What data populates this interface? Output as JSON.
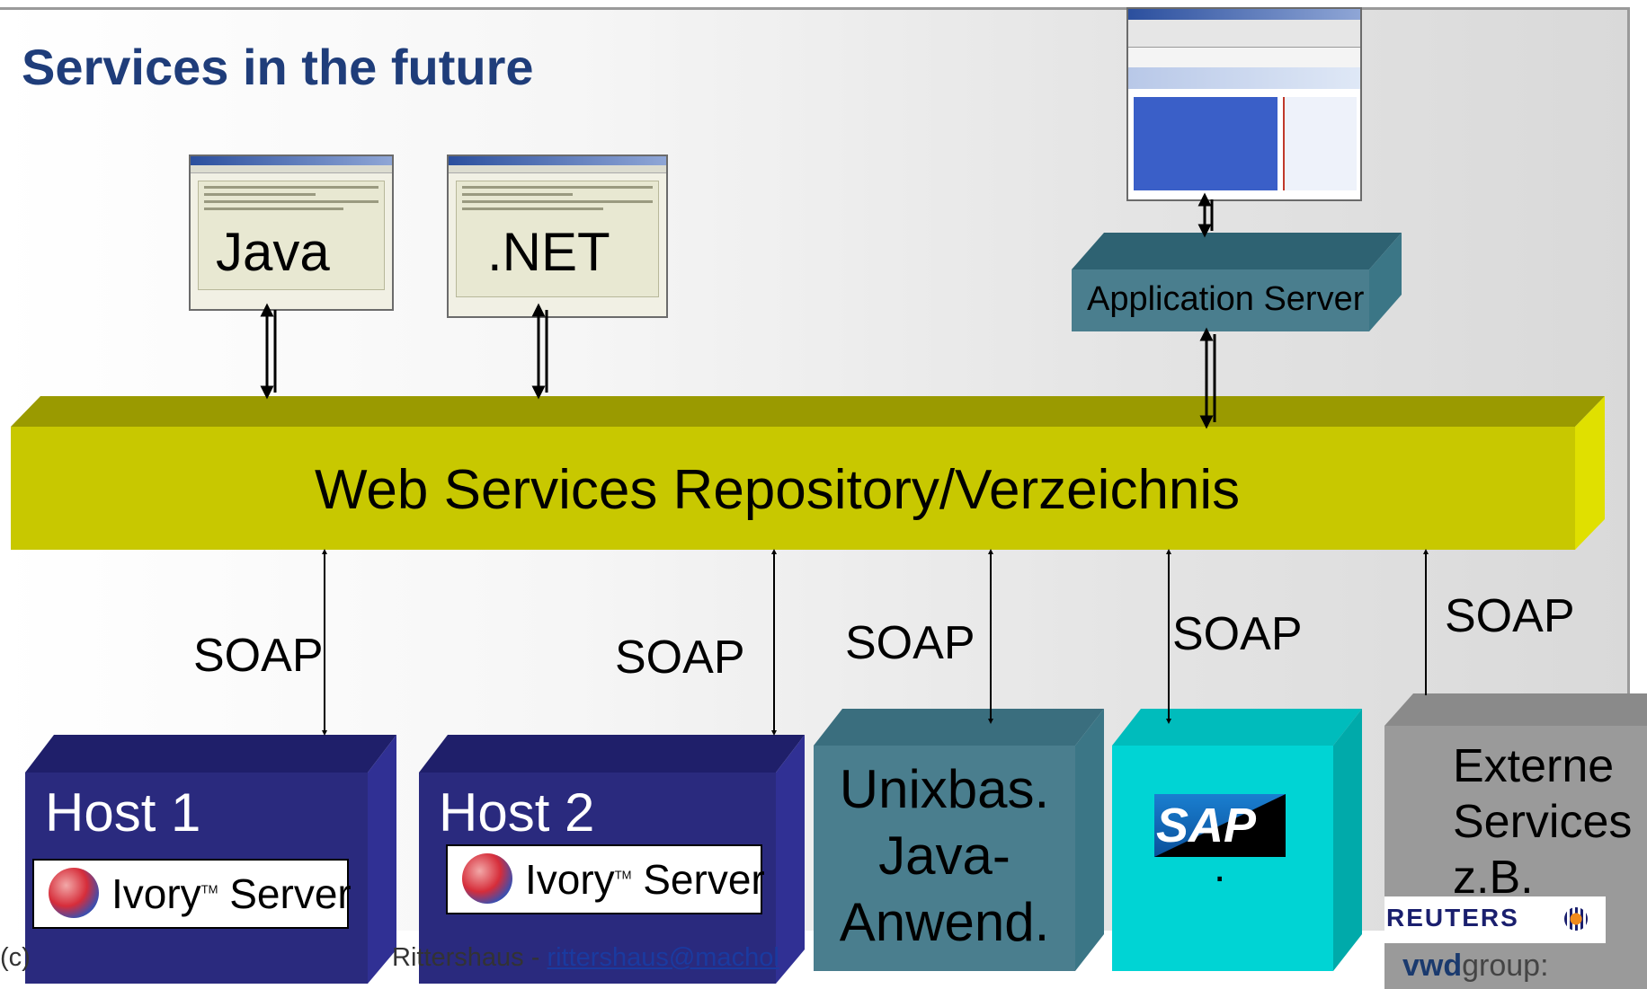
{
  "title": "Services in the future",
  "clients": {
    "java": "Java",
    "dotnet": ".NET"
  },
  "app_server": "Application Server",
  "repository": "Web Services Repository/Verzeichnis",
  "soap_label": "SOAP",
  "hosts": {
    "host1": "Host 1",
    "host2": "Host 2",
    "ivory_name": "Ivory",
    "ivory_tm": "TM",
    "ivory_server": "Server",
    "unix_line1": "Unixbas.",
    "unix_line2": "Java-",
    "unix_line3": "Anwend.",
    "sap_logo": "SAP",
    "sap_dot": ".",
    "ext_line1": "Externe",
    "ext_line2": "Services",
    "ext_line3": "z.B.",
    "reuters": "REUTERS",
    "vwd_bold": "vwd",
    "vwd_rest": "group:"
  },
  "footer": {
    "prefix": "(c)",
    "name": "Rittershaus - ",
    "email": "rittershaus@machol"
  },
  "colors": {
    "title": "#1f3d7a",
    "repository": "#c8c800",
    "host_box": "#2a2a7e",
    "unix_box": "#4a7e8e",
    "sap_box": "#00d4d4",
    "external_box": "#9a9a9a",
    "app_server": "#4a7e8e"
  }
}
